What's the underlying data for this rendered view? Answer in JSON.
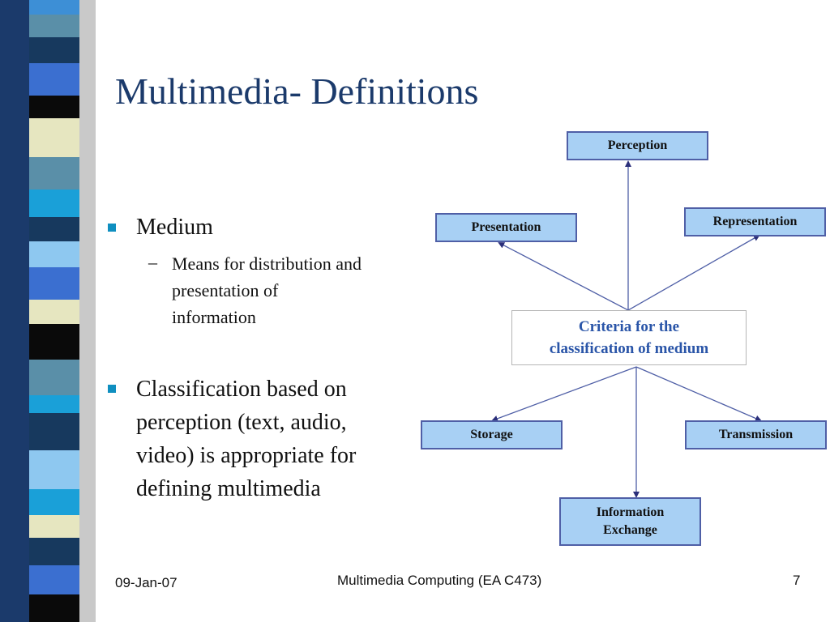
{
  "slide": {
    "title": "Multimedia- Definitions",
    "bullets": [
      {
        "text_lines": [
          "Medium"
        ],
        "sub": {
          "dash": "–",
          "text_lines": [
            "Means for distribution and",
            "presentation of",
            "information"
          ]
        }
      },
      {
        "text_lines": [
          "Classification based on",
          "perception (text, audio,",
          "video) is appropriate for",
          "defining multimedia"
        ]
      }
    ]
  },
  "diagram": {
    "center": {
      "lines": [
        "Criteria for the",
        "classification of medium"
      ]
    },
    "nodes": {
      "perception": {
        "lines": [
          "Perception"
        ]
      },
      "presentation": {
        "lines": [
          "Presentation"
        ]
      },
      "representation": {
        "lines": [
          "Representation"
        ]
      },
      "storage": {
        "lines": [
          "Storage"
        ]
      },
      "transmission": {
        "lines": [
          "Transmission"
        ]
      },
      "information_exchange": {
        "lines": [
          "Information",
          "Exchange"
        ]
      }
    },
    "colors": {
      "box_fill": "#a8d0f4",
      "box_border": "#4f5fa6",
      "arrow": "#4f5fa6",
      "center_text": "#2a55a8"
    }
  },
  "footer": {
    "date": "09-Jan-07",
    "course": "Multimedia Computing (EA C473)",
    "page": "7"
  },
  "theme": {
    "title_color": "#1b3a6b",
    "bullet_color": "#0f8fc0"
  }
}
